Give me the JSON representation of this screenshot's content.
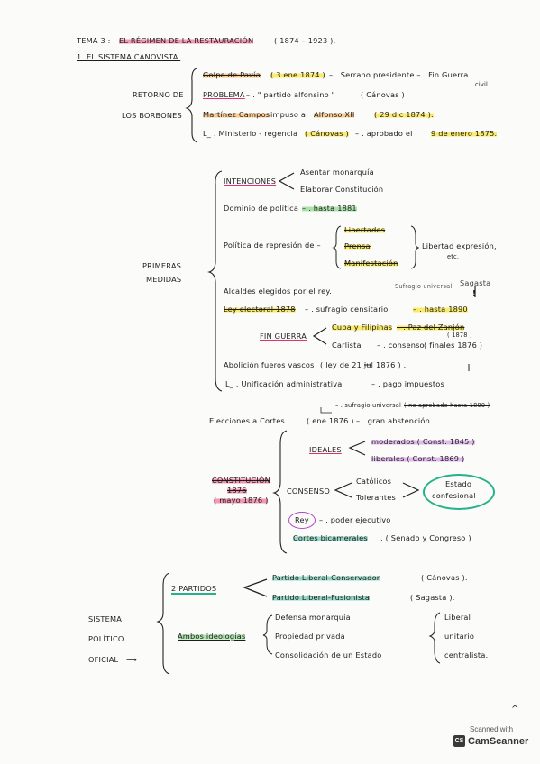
{
  "heading": {
    "tema": "TEMA 3 :",
    "title": "EL RÉGIMEN DE LA RESTAURACIÓN",
    "dates": "( 1874 – 1923 )."
  },
  "section1": "1. EL SISTEMA CANOVISTA.",
  "retorno": {
    "label_1": "RETORNO DE",
    "label_2": "LOS BORBONES",
    "l1_a": "Golpe de Pavía",
    "l1_b": "( 3 ene 1874 )",
    "l1_c": "– . Serrano presidente – . Fin Guerra",
    "l1_d": "civil",
    "l2_a": "PROBLEMA",
    "l2_b": "– . \" partido alfonsino \"",
    "l2_c": "( Cánovas )",
    "l3_a": "Martínez Campos",
    "l3_b": "impuso a",
    "l3_c": "Alfonso XII",
    "l3_d": "( 29 dic 1874 ).",
    "l4_a": "L_ . Ministerio - regencia",
    "l4_b": "( Cánovas )",
    "l4_c": "– . aprobado el",
    "l4_d": "9 de enero 1875."
  },
  "primeras": {
    "label_1": "PRIMERAS",
    "label_2": "MEDIDAS",
    "intenciones": "INTENCIONES",
    "int_1": "Asentar monarquía",
    "int_2": "Elaborar Constitución",
    "dominio_a": "Dominio de política",
    "dominio_b": "– . hasta 1881",
    "politica": "Política de represión de –",
    "rep_1": "Libertades",
    "rep_2": "Prensa",
    "rep_3": "Manifestación",
    "libertad_1": "Libertad expresión,",
    "libertad_2": "etc.",
    "sufragio_note": "Sufragio universal",
    "sagasta_note": "Sagasta",
    "excl": "!",
    "alcaldes": "Alcaldes elegidos por el rey.",
    "ley_a": "Ley electoral 1878",
    "ley_b": "– . sufragio censitario",
    "ley_c": "– . hasta 1890",
    "fin_guerra": "FIN GUERRA",
    "cuba_a": "Cuba y Filipinas",
    "cuba_b": "– . Paz del Zanjón",
    "cuba_c": "( 1878 )",
    "carlista_a": "Carlista",
    "carlista_b": "– . consenso",
    "carlista_c": "( finales 1876 )",
    "abolicion_a": "Abolición fueros vascos",
    "abolicion_b": "( ley de 21 jul 1876 ) .",
    "unificacion_a": "L_ . Unificación administrativa",
    "unificacion_b": "– . pago impuestos"
  },
  "constitucion": {
    "sufragio_top_a": "– . sufragio universal",
    "sufragio_top_b": "( no aprobado hasta 1890 )",
    "elecciones_a": "Elecciones a Cortes",
    "elecciones_b": "( ene 1876 )",
    "elecciones_c": "– . gran abstención.",
    "label_1": "CONSTITUCIÓN",
    "label_2": "1876",
    "label_3": "( mayo 1876 )",
    "ideales": "IDEALES",
    "mod": "moderados ( Const. 1845 )",
    "lib": "liberales ( Const. 1869 )",
    "consenso": "CONSENSO",
    "catolicos": "Católicos",
    "tolerantes": "Tolerantes",
    "estado_1": "Estado",
    "estado_2": "confesional",
    "rey": "Rey",
    "poder": "– . poder ejecutivo",
    "cortes_a": "Cortes bicamerales",
    "cortes_b": ". ( Senado y Congreso )"
  },
  "sistema": {
    "label_1": "SISTEMA",
    "label_2": "POLÍTICO",
    "label_3": "OFICIAL",
    "label_arrow": "⟶",
    "partidos": "2 PARTIDOS",
    "p1_a": "Partido Liberal-Conservador",
    "p1_b": "( Cánovas ).",
    "p2_a": "Partido Liberal-Fusionista",
    "p2_b": "( Sagasta ).",
    "ambos": "Ambos ideologías",
    "i1": "Defensa monarquía",
    "i2": "Propiedad privada",
    "i3": "Consolidación de un Estado",
    "e1": "Liberal",
    "e2": "unitario",
    "e3": "centralista."
  },
  "corner_mark": "^",
  "watermark": {
    "line1": "Scanned with",
    "logo": "CS",
    "name": "CamScanner"
  }
}
